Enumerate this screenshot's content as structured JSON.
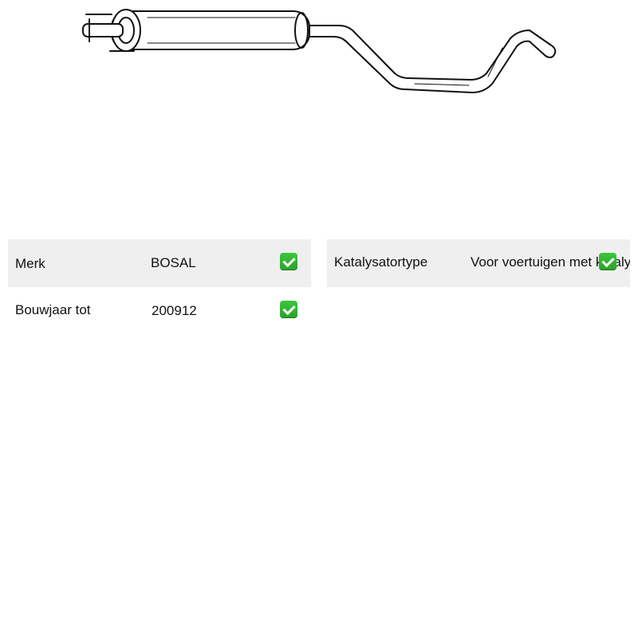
{
  "specs_left": [
    {
      "label": "Merk",
      "value": "BOSAL",
      "check": "check-icon"
    },
    {
      "label": "Bouwjaar tot",
      "value": "200912",
      "check": "check-icon"
    }
  ],
  "specs_right": [
    {
      "label": "Katalysatortype",
      "value": "Voor voertuigen met katalysator",
      "check": "check-icon"
    }
  ],
  "colors": {
    "row_shade": "#efefef",
    "check_green": "#2aa22a"
  }
}
